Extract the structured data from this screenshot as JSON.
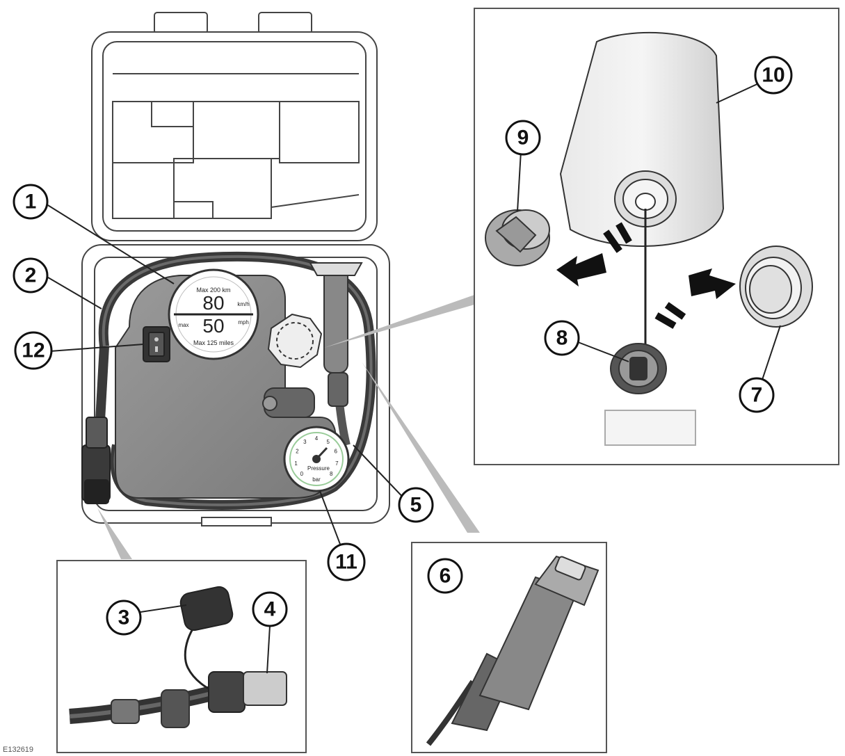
{
  "callouts": [
    {
      "id": "1",
      "label": "1"
    },
    {
      "id": "2",
      "label": "2"
    },
    {
      "id": "3",
      "label": "3"
    },
    {
      "id": "4",
      "label": "4"
    },
    {
      "id": "5",
      "label": "5"
    },
    {
      "id": "6",
      "label": "6"
    },
    {
      "id": "7",
      "label": "7"
    },
    {
      "id": "8",
      "label": "8"
    },
    {
      "id": "9",
      "label": "9"
    },
    {
      "id": "10",
      "label": "10"
    },
    {
      "id": "11",
      "label": "11"
    },
    {
      "id": "12",
      "label": "12"
    }
  ],
  "speed_label": {
    "top_line": "Max 200 km",
    "kmh_value": "80",
    "kmh_unit": "km/h",
    "mph_prefix": "max",
    "mph_value": "50",
    "mph_unit": "mph",
    "bottom_line": "Max 125 miles"
  },
  "pressure_gauge": {
    "label": "Pressure",
    "unit": "bar",
    "ticks": [
      "0",
      "1",
      "2",
      "3",
      "4",
      "5",
      "6",
      "7",
      "8"
    ]
  },
  "figure_ref": "E132619",
  "colors": {
    "line": "#222222",
    "body_gray": "#8a8a8a",
    "hose_dark": "#3a3a3a",
    "panel_border": "#555555"
  }
}
